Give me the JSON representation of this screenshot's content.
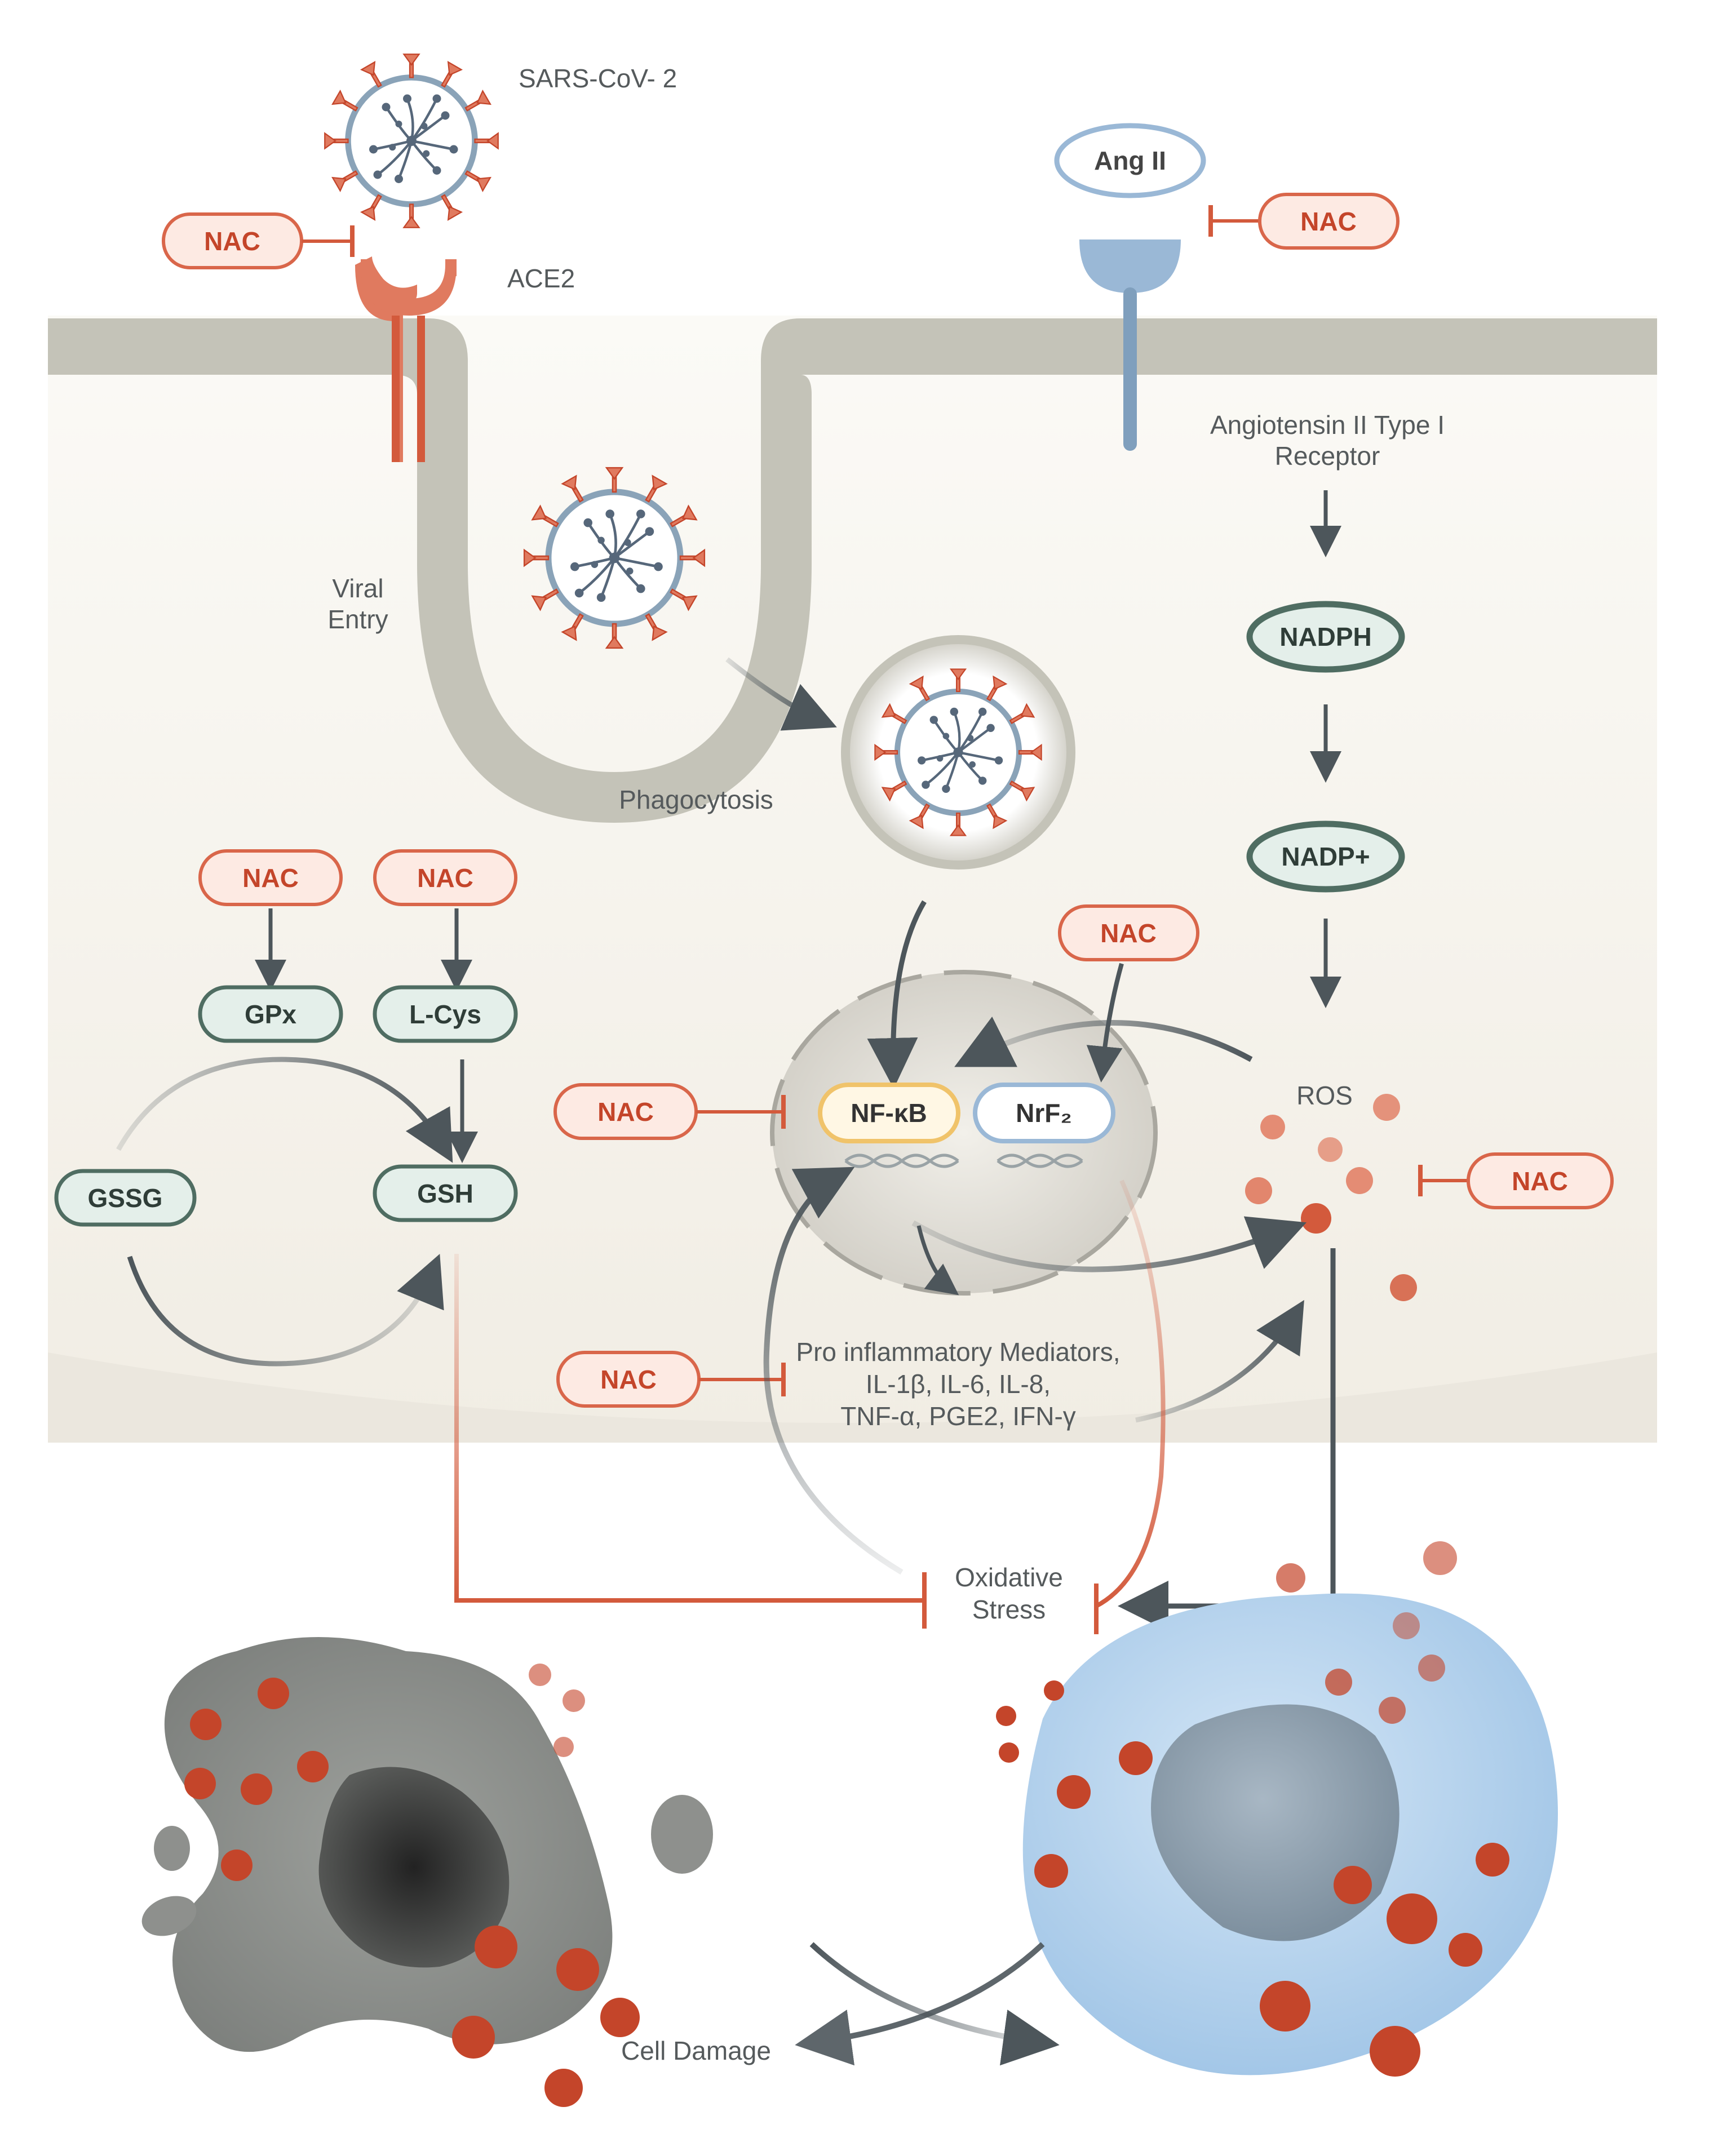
{
  "labels": {
    "sars": "SARS-CoV- 2",
    "ace2": "ACE2",
    "viral_entry_1": "Viral",
    "viral_entry_2": "Entry",
    "phagocytosis": "Phagocytosis",
    "receptor_1": "Angiotensin II Type I",
    "receptor_2": "Receptor",
    "ros": "ROS",
    "mediators_1": "Pro inflammatory Mediators,",
    "mediators_2": "IL-1β, IL-6, IL-8,",
    "mediators_3": "TNF-α, PGE2, IFN-γ",
    "oxidative_1": "Oxidative",
    "oxidative_2": "Stress",
    "cell_damage": "Cell Damage"
  },
  "nodes": {
    "ang2": "Ang II",
    "nadph": "NADPH",
    "nadp": "NADP+",
    "gpx": "GPx",
    "lcys": "L-Cys",
    "gssg": "GSSG",
    "gsh": "GSH",
    "nfkb": "NF-κB",
    "nrf2": "NrF₂"
  },
  "nac": {
    "label": "NAC",
    "count": 8
  },
  "colors": {
    "nac_fill": "#fdeae3",
    "nac_stroke": "#d9664a",
    "nac_text": "#c4452a",
    "green_fill": "#e4efea",
    "green_stroke": "#4f6d62",
    "membrane": "#c4c3b8",
    "cytoplasm": "#f5f2ec",
    "ros_dot": "#e07a5f",
    "inhibit_line": "#d35a3c",
    "arrow": "#4d565b",
    "healthy_cell": "#a9cbe8",
    "damaged_cell": "#8e908d"
  }
}
